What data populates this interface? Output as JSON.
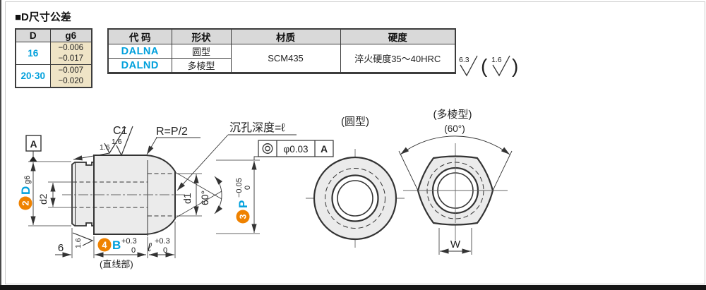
{
  "page": {
    "title": "■D尺寸公差"
  },
  "colors": {
    "accent_cyan": "#00a0dc",
    "accent_orange": "#ef8200",
    "tan_cell": "#efe4c6",
    "header_gray": "#d9d9d9",
    "part_fill": "#ebebeb",
    "line": "#333333"
  },
  "tol_table": {
    "col_d": "D",
    "col_g6": "g6",
    "rows": [
      {
        "d": "16",
        "upper": "−0.006",
        "lower": "−0.017"
      },
      {
        "d": "20·30",
        "upper": "−0.007",
        "lower": "−0.020"
      }
    ]
  },
  "spec_table": {
    "h_code": "代 码",
    "h_shape": "形状",
    "h_material": "材质",
    "h_hardness": "硬度",
    "rows": [
      {
        "code": "DALNA",
        "shape": "圆型"
      },
      {
        "code": "DALND",
        "shape": "多棱型"
      }
    ],
    "material": "SCM435",
    "hardness": "淬火硬度35～40HRC"
  },
  "finish": {
    "outer": "6.3",
    "inner": "1.6",
    "open": "(",
    "close": ")"
  },
  "drawing": {
    "datum": "A",
    "chamfer_note": "C1",
    "roughness": "1.6",
    "radius_note": "R=P/2",
    "counterbore_note": "沉孔深度=ℓ",
    "gdt": {
      "tolerance": "φ0.03",
      "datum": "A"
    },
    "views": {
      "round": "(圆型)",
      "poly": "(多棱型)",
      "poly_angle": "(60°)"
    },
    "dims": {
      "d_num": "2",
      "d_letter": "D",
      "d_fit": "g6",
      "d2": "d2",
      "d1": "d1",
      "angle": "60°",
      "p_num": "3",
      "p_letter": "P",
      "p_upper": "0",
      "p_lower": "−0.05",
      "b_num": "4",
      "b_letter": "B",
      "b_upper": "+0.3",
      "b_lower": "0",
      "l_letter": "ℓ",
      "l_upper": "+0.3",
      "l_lower": "0",
      "shank_len": "6",
      "straight_note": "(直线部)",
      "w": "W"
    }
  }
}
